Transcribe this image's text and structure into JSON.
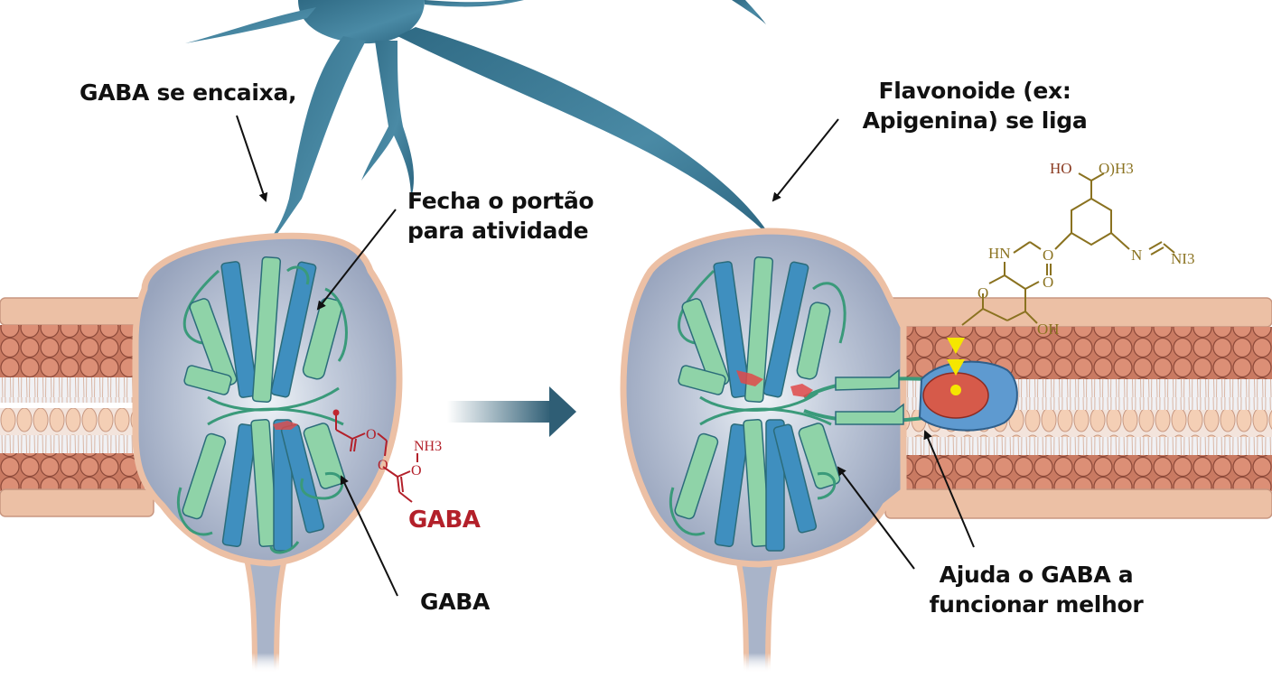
{
  "diagram": {
    "type": "biological-mechanism-illustration",
    "language": "pt-BR",
    "colors": {
      "neuron": "#3d7a93",
      "membrane_outer": "#ecc0a5",
      "membrane_heads": "#d4866e",
      "cell_interior": "#a9b4c9",
      "protein_blue": "#3f8fbf",
      "protein_green": "#8fd3a8",
      "gaba_red": "#b3202a",
      "flavonoid_gold": "#8a7220",
      "binding_yellow": "#f5e600",
      "flavonoid_site": "#d65a4a",
      "arrow_transition": "#2f5e75"
    },
    "left_panel": {
      "labels": {
        "gaba_binds": "GABA se encaixa,",
        "closes_gate_line1": "Fecha o portão",
        "closes_gate_line2": "para atividade",
        "gaba_pointer": "GABA"
      },
      "molecule": {
        "name": "GABA",
        "atoms": [
          "O",
          "O",
          "NH3",
          "O"
        ]
      }
    },
    "right_panel": {
      "labels": {
        "flavonoid_line1": "Flavonoide (ex:",
        "flavonoid_line2": "Apigenina) se liga",
        "helps_line1": "Ajuda o GABA a",
        "helps_line2": "funcionar melhor"
      },
      "molecule": {
        "atoms": [
          "HO",
          "O)H3",
          "HN",
          "O",
          "O",
          "N",
          "NI3",
          "O",
          "OH"
        ]
      }
    },
    "transition_arrow": {
      "direction": "right"
    }
  }
}
